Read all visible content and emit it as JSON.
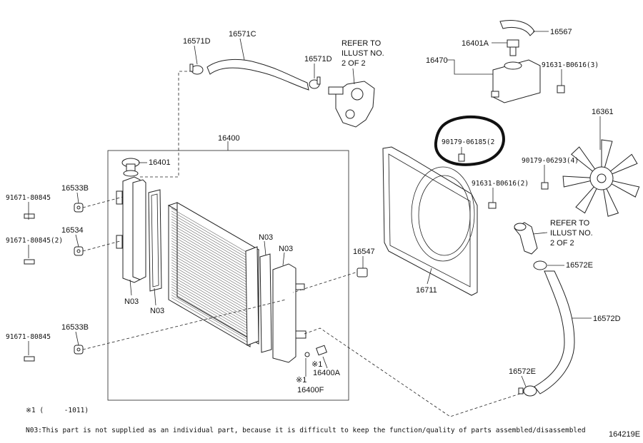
{
  "labels": {
    "l16571D_a": "16571D",
    "l16571C": "16571C",
    "l16571D_b": "16571D",
    "refer1_l1": "REFER TO",
    "refer1_l2": "ILLUST NO.",
    "refer1_l3": "2 OF 2",
    "l16401A": "16401A",
    "l16567": "16567",
    "l16470": "16470",
    "l91631_3": "91631-B0616(3)",
    "l16361": "16361",
    "l16400": "16400",
    "l16401": "16401",
    "l91671_a": "91671-80845",
    "l16533B_a": "16533B",
    "l16534": "16534",
    "l91671_b": "91671-80845(2)",
    "lN03_1": "N03",
    "lN03_2": "N03",
    "lN03_3": "N03",
    "lN03_4": "N03",
    "l16547": "16547",
    "l16711": "16711",
    "l90179_06185": "90179-06185(2",
    "l90179_06293": "90179-06293(4)",
    "l91631_2": "91631-B0616(2)",
    "refer2_l1": "REFER TO",
    "refer2_l2": "ILLUST NO.",
    "refer2_l3": "2 OF 2",
    "l16572E_a": "16572E",
    "l16572D": "16572D",
    "l91671_c": "91671-80845",
    "l16533B_b": "16533B",
    "l16400A": "16400A",
    "l16400F": "16400F",
    "l16572E_b": "16572E",
    "mark1": "※1",
    "mark2": "※1"
  },
  "footnote1": "※1 (     -1011)",
  "footnote2": "N03:This part is not supplied as an individual part, because it is difficult to keep the function/quality of parts assembled/disassembled",
  "diagram_id": "164219E",
  "highlight_color": "#111111"
}
